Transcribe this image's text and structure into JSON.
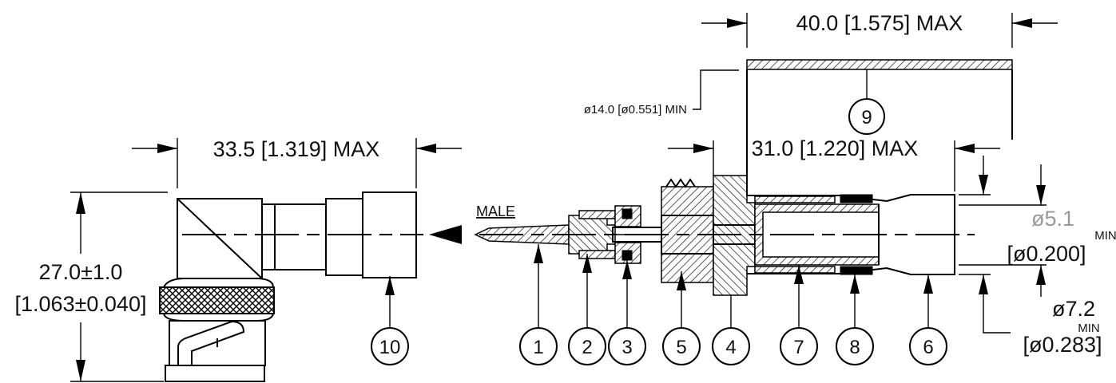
{
  "dimensions": {
    "overall_length_10": "33.5 [1.319] MAX",
    "height_10_metric": "27.0±1.0",
    "height_10_imperial": "[1.063±0.040]",
    "strip_length": "31.0 [1.220] MAX",
    "sleeve_length": "40.0 [1.575] MAX",
    "sleeve_diameter": "ø14.0 [ø0.551] MIN",
    "inner_diameter_metric": "ø5.1",
    "inner_diameter_imperial": "[ø0.200]",
    "inner_diameter_suffix": "MIN",
    "outer_diameter_metric": "ø7.2",
    "outer_diameter_imperial": "[ø0.283]",
    "outer_diameter_suffix": "MIN"
  },
  "labels": {
    "male": "MALE"
  },
  "balloons": [
    "1",
    "2",
    "3",
    "5",
    "4",
    "7",
    "8",
    "6",
    "9",
    "10"
  ]
}
